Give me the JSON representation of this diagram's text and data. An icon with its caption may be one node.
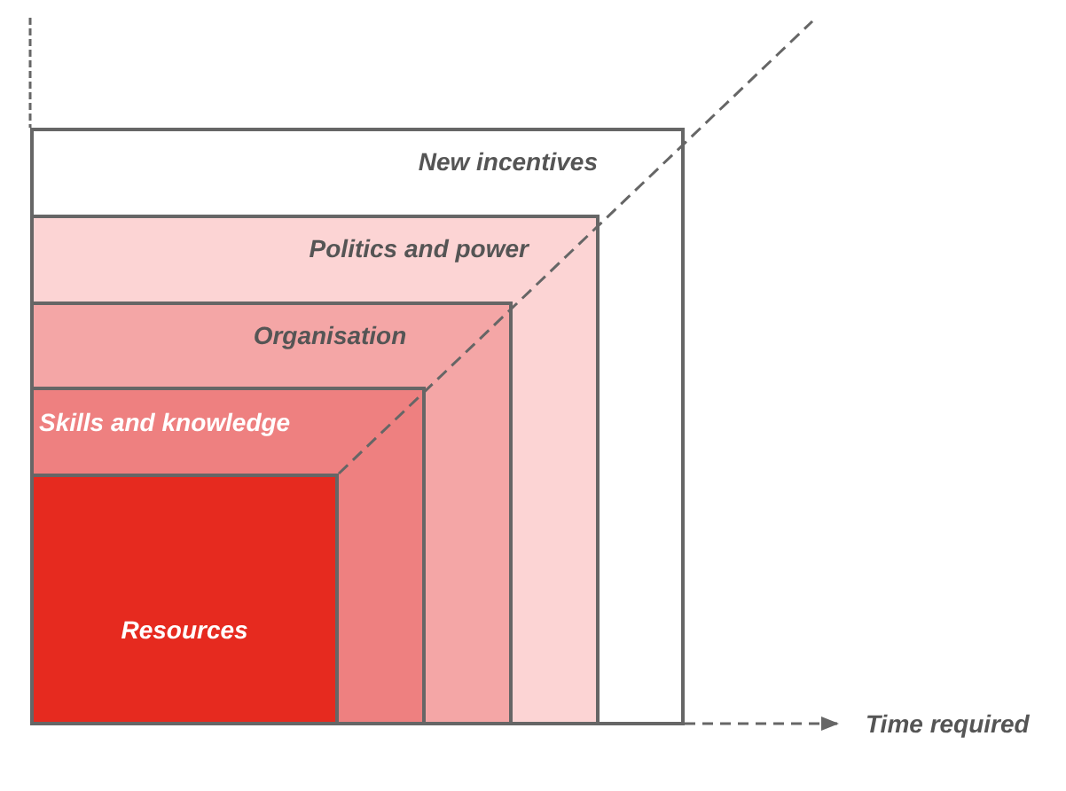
{
  "diagram": {
    "nodes": [
      {
        "text": [
          "New incentives"
        ]
      },
      {
        "text": [
          "Politics and power"
        ],
        "in": 0
      },
      {
        "text": [
          "Organisation"
        ],
        "in": 1
      },
      {
        "text": [
          "Skills and knowledge"
        ],
        "in": 2
      },
      {
        "text": [
          "Resources"
        ],
        "in": 3
      }
    ],
    "edges": [],
    "labels": [
      "Time required"
    ]
  }
}
